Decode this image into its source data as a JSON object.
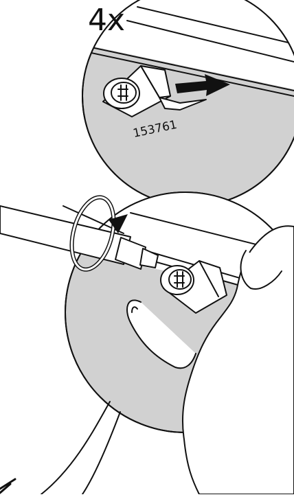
{
  "instruction": {
    "quantity_label": "4x",
    "part_number": "153761"
  },
  "illustration": {
    "steps": [
      {
        "name": "insert-bracket-detail",
        "icon": "push-arrow-icon"
      },
      {
        "name": "screw-with-screwdriver-detail",
        "icon": "rotate-clockwise-icon"
      }
    ],
    "colors": {
      "line": "#111111",
      "shade": "#d1d1d1",
      "background": "#ffffff"
    }
  }
}
